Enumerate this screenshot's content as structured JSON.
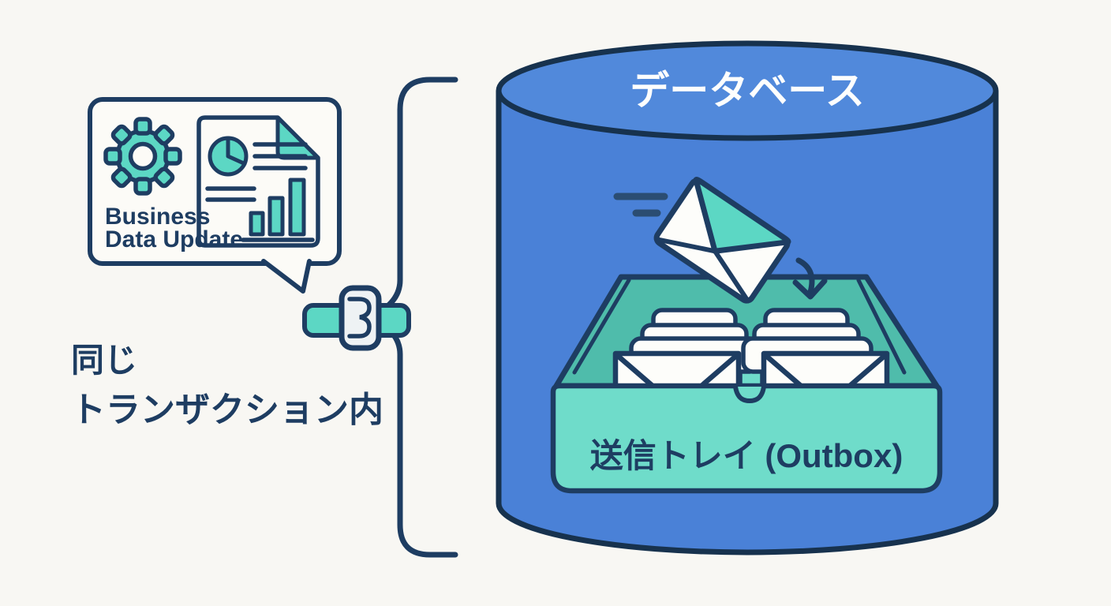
{
  "title": "Transactional Outbox pattern diagram",
  "colors": {
    "background": "#f8f7f3",
    "outline_navy": "#1e3d62",
    "db_outline": "#17324e",
    "database_blue": "#4a81d7",
    "database_top_blue": "#5189db",
    "teal": "#5cd7c4",
    "teal_tray_back": "#4fbcab",
    "teal_tray_front": "#6fdcca",
    "paper_white": "#fcfbf7",
    "envelope_white": "#fdfdfa",
    "buckle_white": "#eef2f4",
    "title_white": "#fdfefd"
  },
  "bubble": {
    "line1": "Business",
    "line2": "Data Update",
    "icons": [
      "gear-icon",
      "document-chart-icon",
      "pie-chart-icon",
      "bar-chart-icon",
      "text-lines-icon"
    ]
  },
  "transaction": {
    "line1": "同じ",
    "line2": "トランザクション内",
    "icons": [
      "curly-brace",
      "belt-strap-icon",
      "belt-buckle-icon"
    ]
  },
  "database": {
    "title": "データベース"
  },
  "outbox": {
    "label": "送信トレイ (Outbox)",
    "icons": [
      "flying-envelope-icon",
      "speed-lines-icon",
      "curved-down-arrow-icon",
      "stacked-cards-icon",
      "envelope-back-icon",
      "outbox-tray-icon"
    ]
  }
}
